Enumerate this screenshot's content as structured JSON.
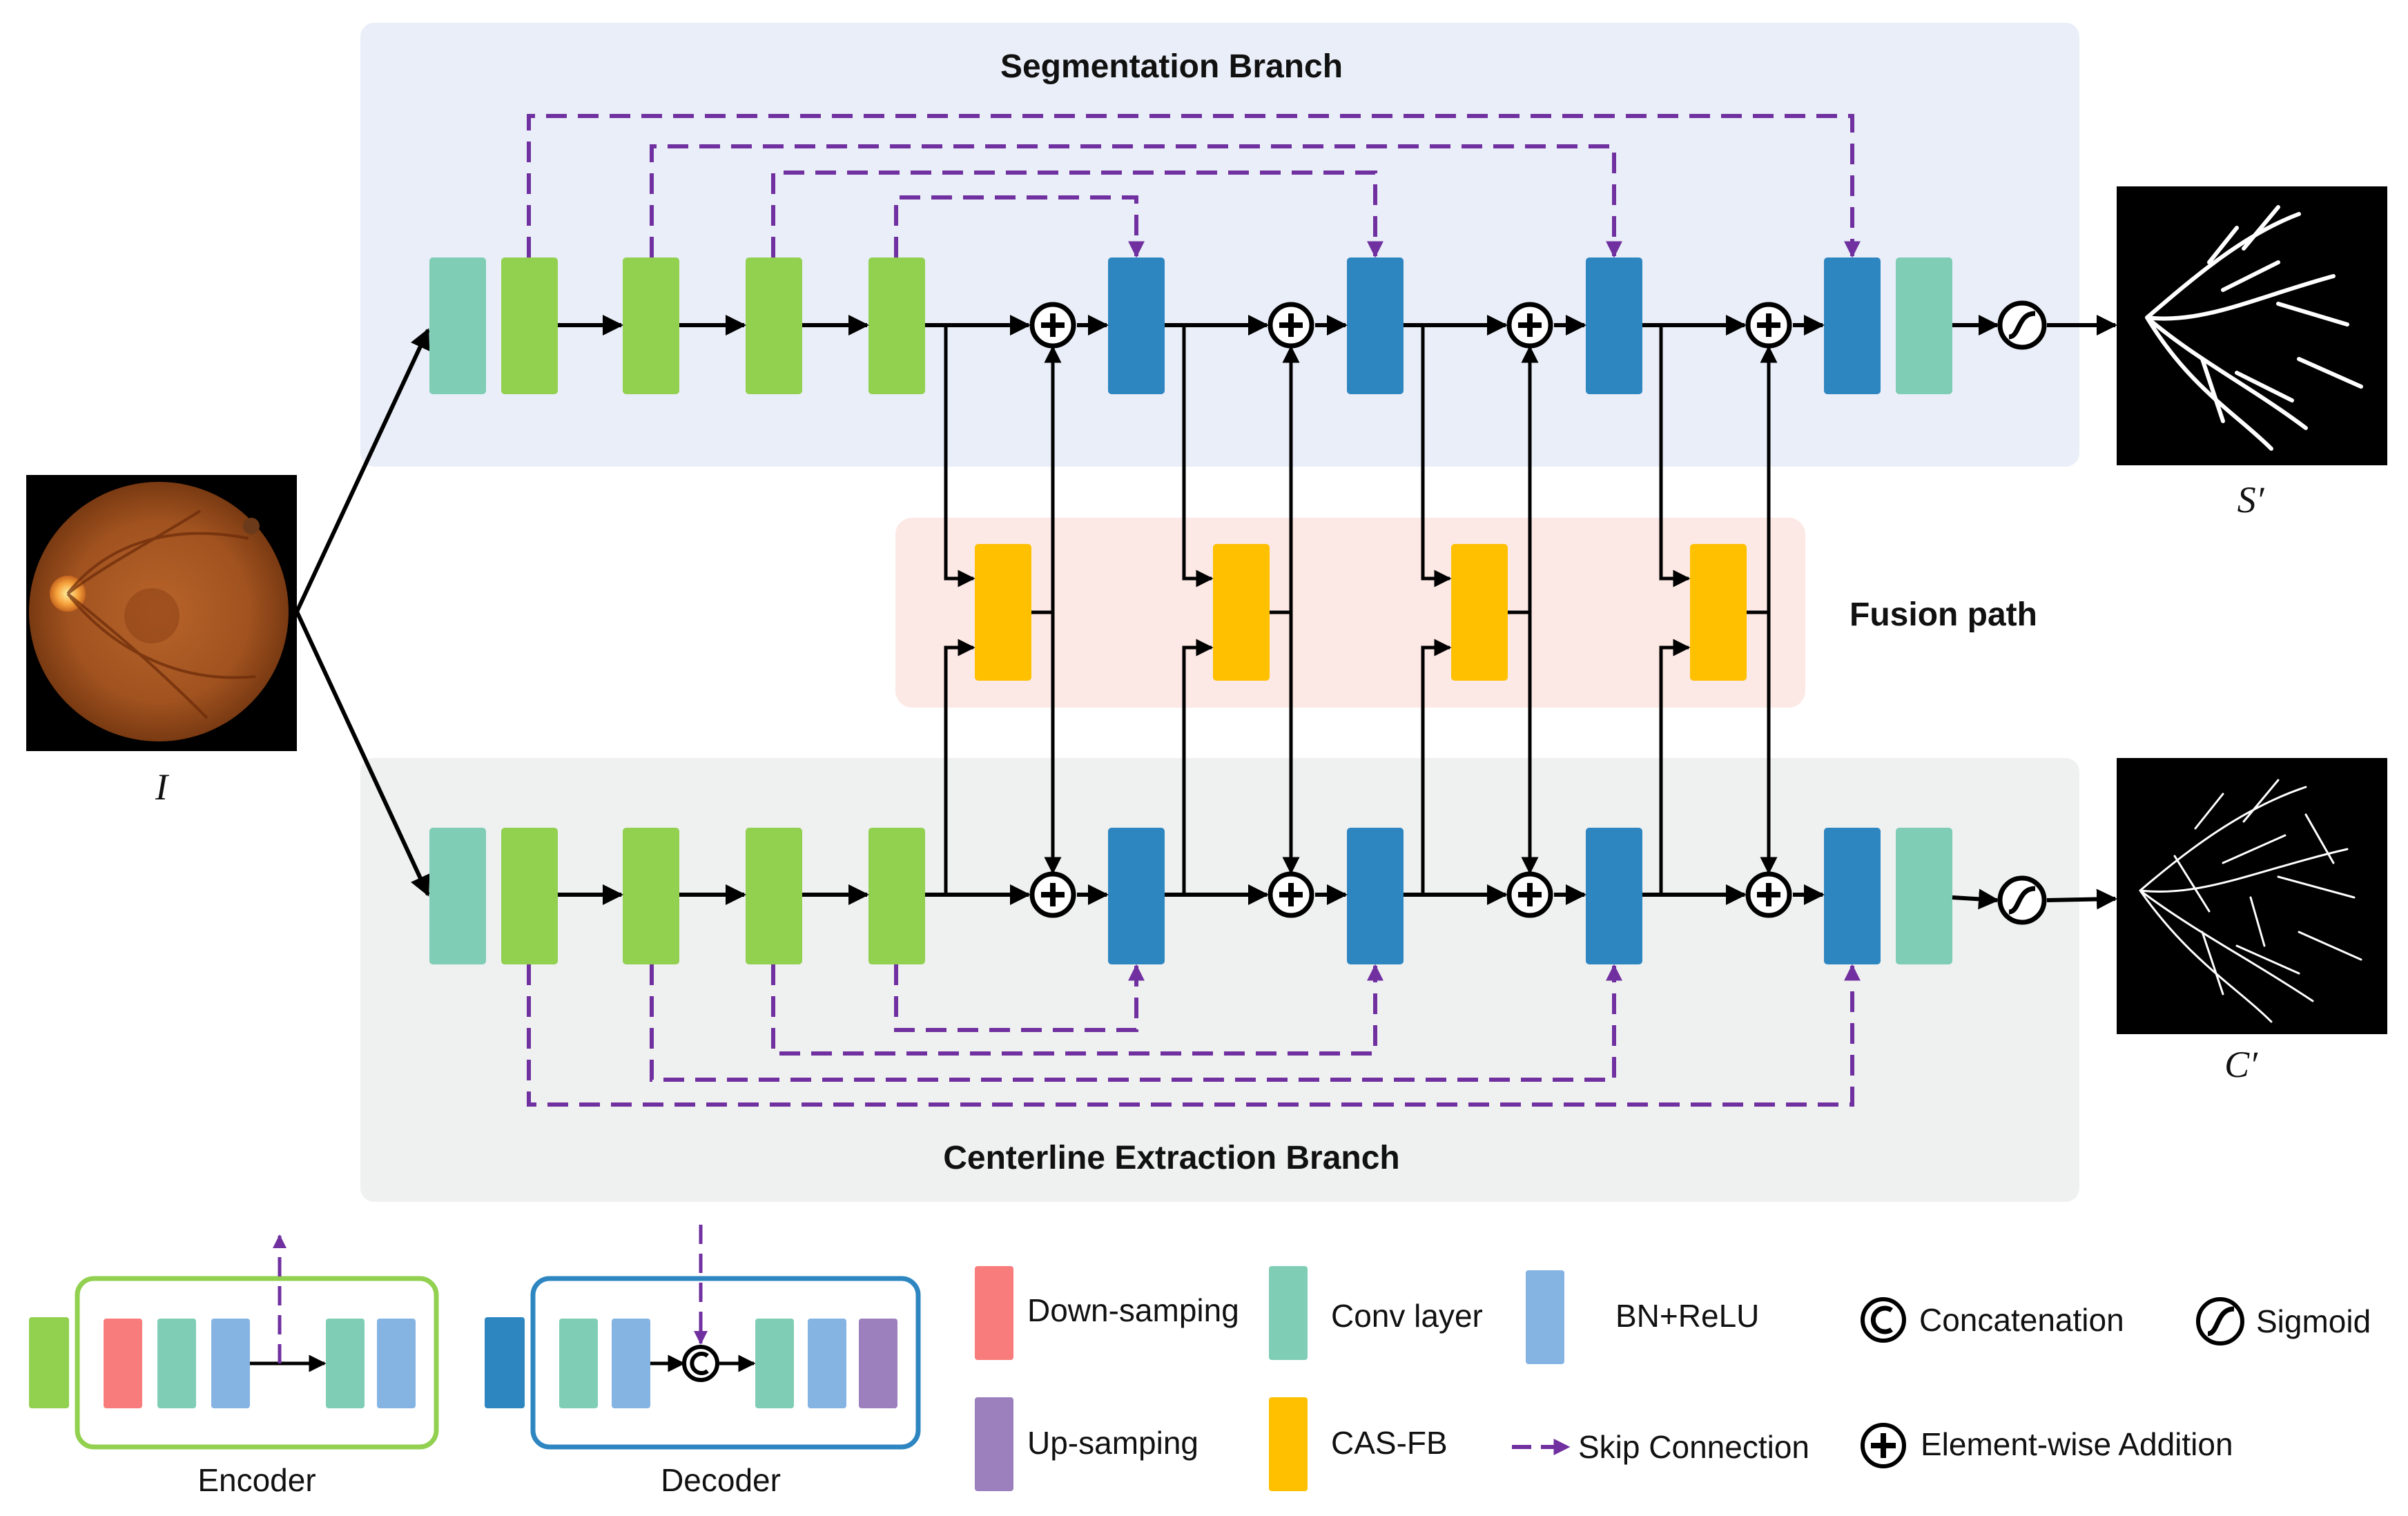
{
  "labels": {
    "segmentation_branch": "Segmentation Branch",
    "centerline_branch": "Centerline Extraction Branch",
    "fusion_path": "Fusion path",
    "input": "I",
    "output_s": "S′",
    "output_c": "C′",
    "encoder": "Encoder",
    "decoder": "Decoder"
  },
  "legend": {
    "down_sampling": "Down-samping",
    "up_sampling": "Up-samping",
    "conv_layer": "Conv layer",
    "cas_fb": "CAS-FB",
    "bn_relu": "BN+ReLU",
    "skip_connection": "Skip Connection",
    "concatenation": "Concatenation",
    "element_wise_addition": "Element-wise Addition",
    "sigmoid": "Sigmoid"
  },
  "colors": {
    "encoder_block": "#92d050",
    "decoder_block": "#2e86c1",
    "conv_layer": "#7fcdb5",
    "bn_relu": "#85b4e3",
    "down_sampling": "#f87c7c",
    "up_sampling": "#9b80bd",
    "cas_fb": "#ffc000",
    "skip_connection": "#7030a0",
    "segmentation_bg": "#e9eef8",
    "centerline_bg": "#eff0f0",
    "fusion_bg": "#fce9e5",
    "encoder_box": "#92d050",
    "decoder_box": "#2e86c1"
  }
}
